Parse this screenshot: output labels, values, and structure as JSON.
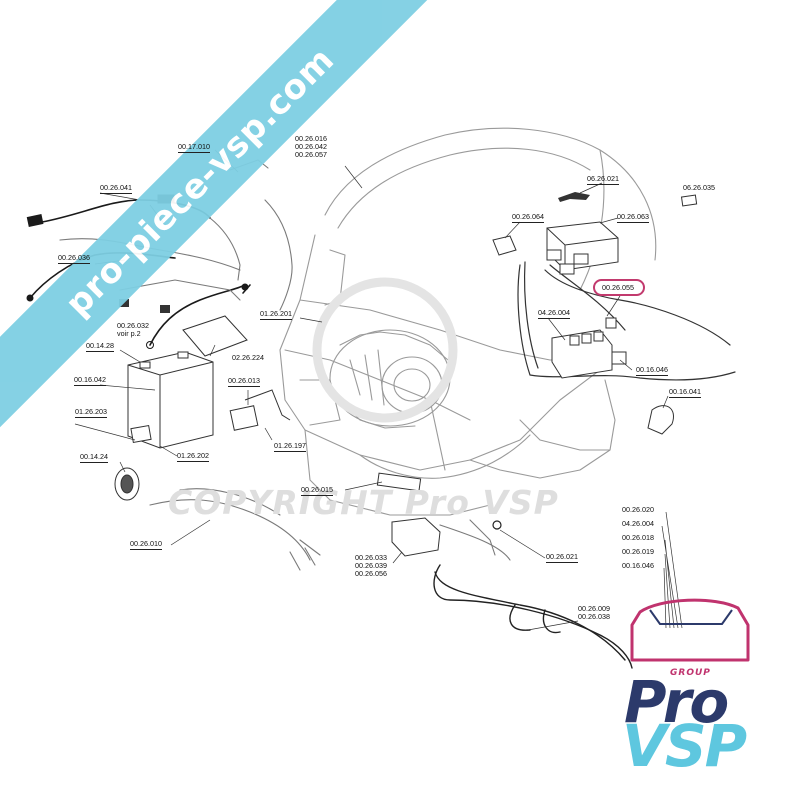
{
  "watermark": {
    "banner_text": "pro-piece-vsp.com",
    "copyright_text": "COPYRIGHT Pro VSP",
    "banner_color": "#7ecfe3"
  },
  "logo": {
    "group_text": "GROUP",
    "pro_text": "Pro",
    "vsp_text": "VSP",
    "brand_dark": "#2c3a6b",
    "brand_light": "#5ec7df",
    "accent": "#c0336e"
  },
  "highlight": {
    "color": "#c23a6e",
    "part": "00.26.055"
  },
  "parts": {
    "p001": "00.17.010",
    "p002": [
      "00.26.016",
      "00.26.042",
      "00.26.057"
    ],
    "p003": "00.26.041",
    "p004": "06.26.021",
    "p005": "06.26.035",
    "p006": "00.26.064",
    "p007": "00.26.063",
    "p008": "00.26.036",
    "p009": "00.26.055",
    "p010": "04.26.004",
    "p011": [
      "00.26.032",
      "voir p.2"
    ],
    "p012": "01.26.201",
    "p013": "00.14.28",
    "p014": "02.26.224",
    "p015": "00.16.046",
    "p016": "00.16.042",
    "p017": "00.26.013",
    "p018": "00.16.041",
    "p019": "01.26.203",
    "p020": "01.26.197",
    "p021": "01.26.202",
    "p022": "00.14.24",
    "p023": "00.26.015",
    "p024": "00.26.010",
    "p025": [
      "00.26.033",
      "00.26.039",
      "00.26.056"
    ],
    "p026": "00.26.021",
    "p027": [
      "00.26.020",
      "04.26.004",
      "00.26.018",
      "00.26.019",
      "00.16.046"
    ],
    "p028": [
      "00.26.009",
      "00.26.038"
    ]
  }
}
